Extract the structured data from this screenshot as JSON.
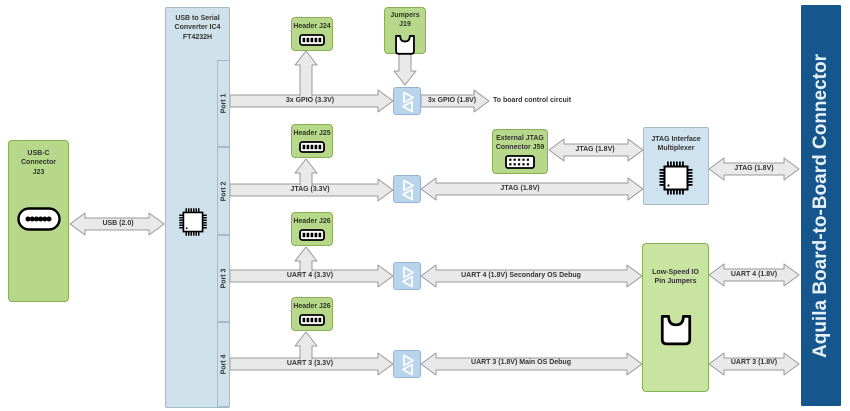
{
  "usb_c": {
    "lines": [
      "USB-C",
      "Connector",
      "J23"
    ]
  },
  "converter": {
    "lines": [
      "USB to Serial",
      "Converter IC4",
      "FT4232H"
    ],
    "ports": [
      "Port 1",
      "Port 2",
      "Port 3",
      "Port 4"
    ]
  },
  "headers": {
    "h1": "Header J24",
    "h2": "Header J25",
    "h3": "Header J26",
    "h4": "Header J26"
  },
  "j19": {
    "lines": [
      "Jumpers",
      "J19"
    ]
  },
  "j59": {
    "lines": [
      "External JTAG",
      "Connector J59"
    ]
  },
  "mux": {
    "lines": [
      "JTAG Interface",
      "Multiplexer"
    ]
  },
  "low_speed": {
    "lines": [
      "Low-Speed IO",
      "Pin Jumpers"
    ]
  },
  "aquila": {
    "label": "Aquila Board-to-Board Connector"
  },
  "labels": {
    "usb": "USB (2.0)",
    "gpio33": "3x GPIO (3.3V)",
    "gpio18": "3x GPIO (1.8V)",
    "to_board": "To board control circuit",
    "jtag33": "JTAG (3.3V)",
    "jtag18_long": "JTAG (1.8V)",
    "jtag18_j59": "JTAG (1.8V)",
    "jtag18_bb": "JTAG (1.8V)",
    "uart4_33": "UART 4 (3.3V)",
    "uart4_18_long": "UART 4 (1.8V) Secondary OS Debug",
    "uart4_18_bb": "UART 4 (1.8V)",
    "uart3_33": "UART 3 (3.3V)",
    "uart3_18_long": "UART 3 (1.8V) Main OS Debug",
    "uart3_18_bb": "UART 3 (1.8V)"
  },
  "colors": {
    "green_fill": "#b7d88a",
    "green_light_fill": "#c9e3a1",
    "green_stroke": "#8ab054",
    "blue_fill": "#cfe1ea",
    "mux_fill": "#cfe2ef",
    "shifter_fill": "#b9d5ec",
    "dark_blue": "#15568d",
    "arrow_fill": "#e9e9e9",
    "arrow_stroke": "#999999"
  }
}
